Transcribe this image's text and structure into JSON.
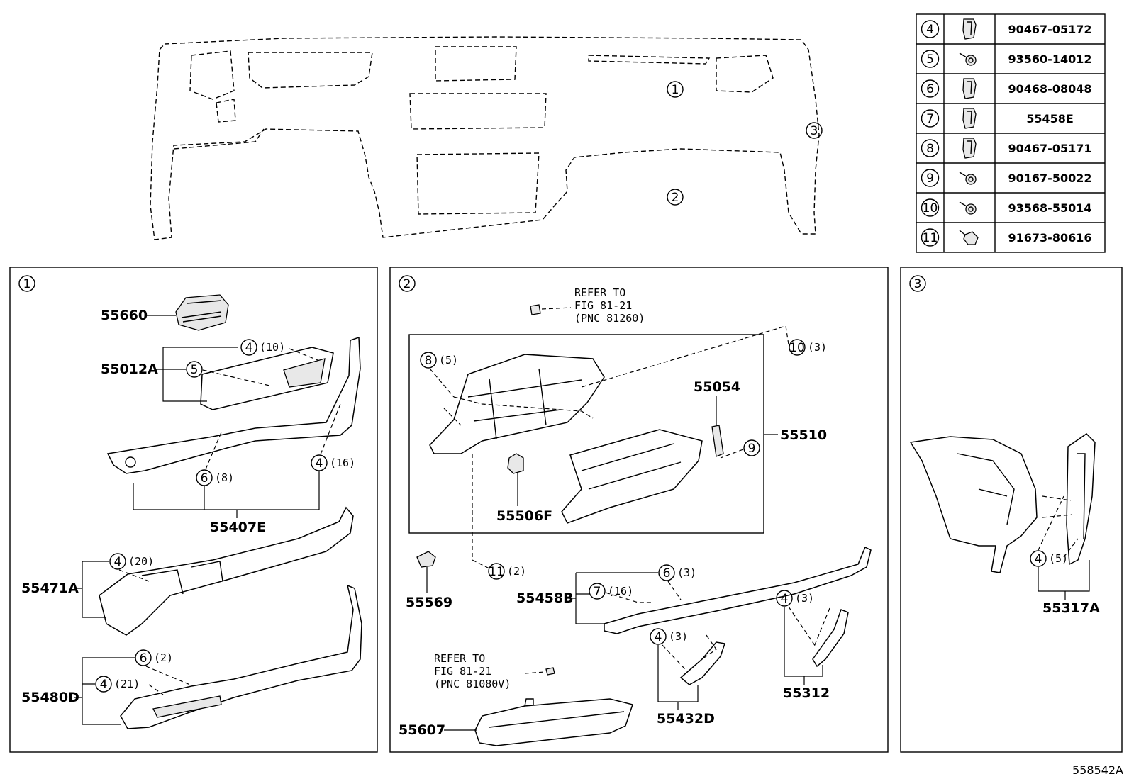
{
  "figure_code": "558542A",
  "overview": {
    "area_markers": [
      "1",
      "2",
      "3"
    ]
  },
  "fastener_table": [
    {
      "ref": "4",
      "icon": "clip-icon",
      "part": "90467-05172"
    },
    {
      "ref": "5",
      "icon": "screw-icon",
      "part": "93560-14012"
    },
    {
      "ref": "6",
      "icon": "clip-icon",
      "part": "90468-08048"
    },
    {
      "ref": "7",
      "icon": "clip-icon",
      "part": "55458E"
    },
    {
      "ref": "8",
      "icon": "clip-icon",
      "part": "90467-05171"
    },
    {
      "ref": "9",
      "icon": "screw-icon",
      "part": "90167-50022"
    },
    {
      "ref": "10",
      "icon": "screw-icon",
      "part": "93568-55014"
    },
    {
      "ref": "11",
      "icon": "bolt-icon",
      "part": "91673-80616"
    }
  ],
  "panel1": {
    "marker": "1",
    "parts": {
      "p55660": "55660",
      "p55012A": "55012A",
      "p55407E": "55407E",
      "p55471A": "55471A",
      "p55480D": "55480D"
    },
    "callouts": {
      "c4a": "4",
      "c4a_qty": "(10)",
      "c5": "5",
      "c6a": "6",
      "c6a_qty": "(8)",
      "c4b": "4",
      "c4b_qty": "(16)",
      "c4c": "4",
      "c4c_qty": "(20)",
      "c6b": "6",
      "c6b_qty": "(2)",
      "c4d": "4",
      "c4d_qty": "(21)"
    }
  },
  "panel2": {
    "marker": "2",
    "ref1": [
      "REFER TO",
      "FIG 81-21",
      "(PNC 81260)"
    ],
    "ref2": [
      "REFER TO",
      "FIG 81-21",
      "(PNC 81080V)"
    ],
    "parts": {
      "p55054": "55054",
      "p55510": "55510",
      "p55506F": "55506F",
      "p55569": "55569",
      "p55458B": "55458B",
      "p55607": "55607",
      "p55432D": "55432D",
      "p55312": "55312"
    },
    "callouts": {
      "c8": "8",
      "c8_qty": "(5)",
      "c10": "10",
      "c10_qty": "(3)",
      "c9": "9",
      "c11": "11",
      "c11_qty": "(2)",
      "c6": "6",
      "c6_qty": "(3)",
      "c7": "7",
      "c7_qty": "(16)",
      "c4a": "4",
      "c4a_qty": "(3)",
      "c4b": "4",
      "c4b_qty": "(3)"
    }
  },
  "panel3": {
    "marker": "3",
    "parts": {
      "p55317A": "55317A"
    },
    "callouts": {
      "c4": "4",
      "c4_qty": "(5)"
    }
  }
}
